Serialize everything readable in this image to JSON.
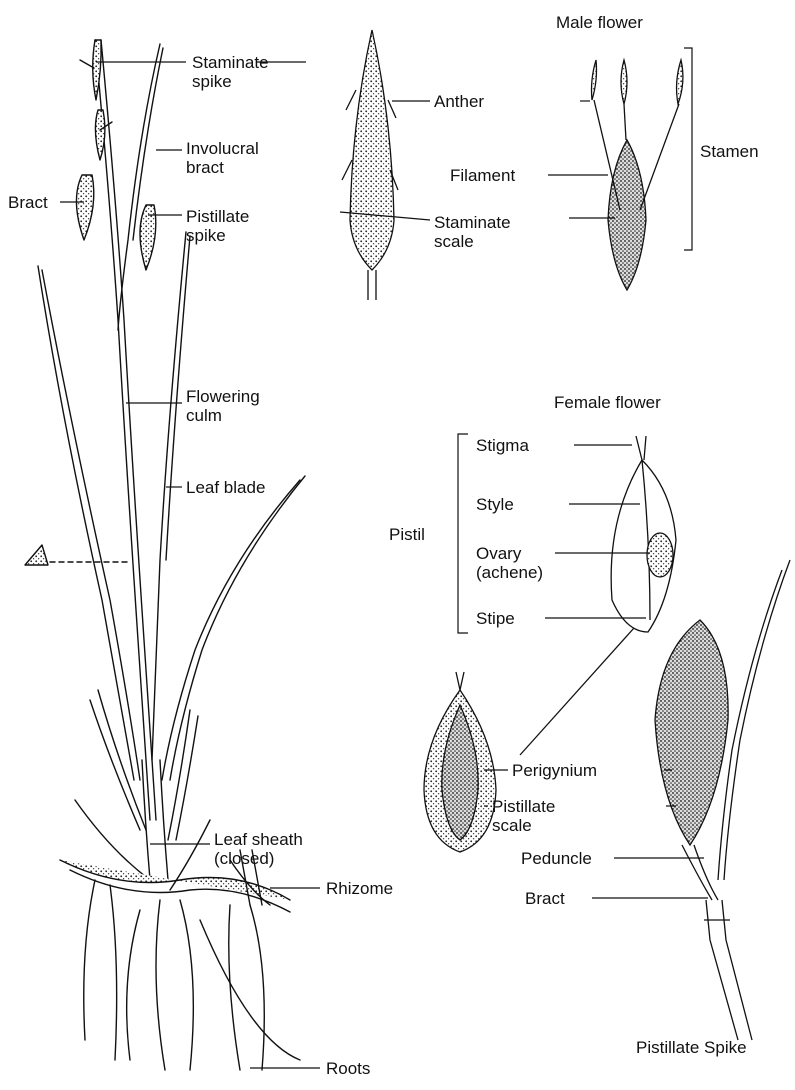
{
  "labels": {
    "staminate_spike": [
      "Staminate",
      "spike"
    ],
    "involucral_bract": [
      "Involucral",
      "bract"
    ],
    "bract_left": "Bract",
    "pistillate_spike_label": [
      "Pistillate",
      "spike"
    ],
    "flowering_culm": [
      "Flowering",
      "culm"
    ],
    "leaf_blade": "Leaf blade",
    "leaf_sheath": [
      "Leaf sheath",
      "(closed)"
    ],
    "rhizome": "Rhizome",
    "roots": "Roots",
    "anther": "Anther",
    "staminate_scale": [
      "Staminate",
      "scale"
    ],
    "male_flower": "Male flower",
    "filament": "Filament",
    "stamen": "Stamen",
    "female_flower": "Female flower",
    "stigma": "Stigma",
    "style": "Style",
    "pistil": "Pistil",
    "ovary": [
      "Ovary",
      "(achene)"
    ],
    "stipe": "Stipe",
    "perigynium": "Perigynium",
    "pistillate_scale": [
      "Pistillate",
      "scale"
    ],
    "peduncle": "Peduncle",
    "bract_right": "Bract",
    "pistillate_spike_caption": "Pistillate Spike"
  }
}
